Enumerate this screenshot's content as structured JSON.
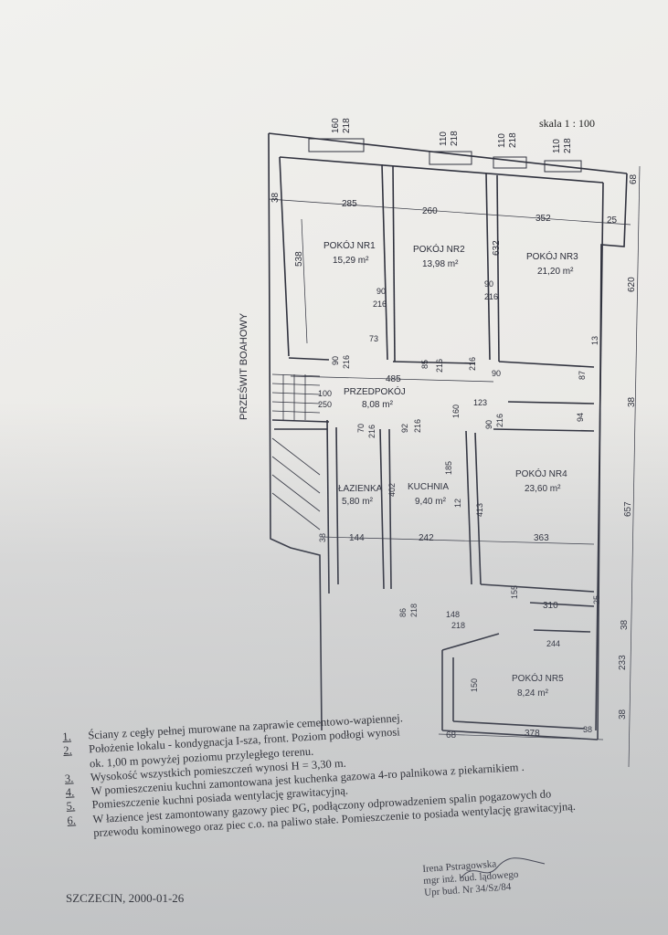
{
  "scale": "skala  1 : 100",
  "plan": {
    "side_label": "PRZEŚWIT BOAHOWY",
    "rooms": [
      {
        "name": "POKÓJ NR1",
        "area": "15,29 m²"
      },
      {
        "name": "POKÓJ NR2",
        "area": "13,98 m²"
      },
      {
        "name": "POKÓJ NR3",
        "area": "21,20 m²"
      },
      {
        "name": "PRZEDPOKÓJ",
        "area": "8,08 m²"
      },
      {
        "name": "ŁAZIENKA",
        "area": "5,80 m²"
      },
      {
        "name": "KUCHNIA",
        "area": "9,40 m²"
      },
      {
        "name": "POKÓJ NR4",
        "area": "23,60 m²"
      },
      {
        "name": "POKÓJ NR5",
        "area": "8,24 m²"
      }
    ],
    "dims": {
      "top_w1": "160",
      "top_h1": "218",
      "top_w2": "110",
      "top_h2": "218",
      "top_w3": "110",
      "top_h3": "218",
      "top_w4": "110",
      "top_h4": "218",
      "r1_width": "285",
      "r2_width": "260",
      "r3_width": "352",
      "r1_height": "538",
      "r3_height": "632",
      "wall_38_left": "38",
      "wall_25_right": "25",
      "right_68": "68",
      "right_620": "620",
      "right_38a": "38",
      "right_657": "657",
      "right_38b": "38",
      "right_233": "233",
      "right_38c": "38",
      "door_90a": "90",
      "door_216a": "216",
      "door_90b": "90",
      "door_216b": "216",
      "d73": "73",
      "d90c": "90",
      "d216c": "216",
      "hall_485": "485",
      "d85": "85",
      "d216d": "216",
      "d90d": "90",
      "d216e": "216",
      "d123": "123",
      "d100": "100",
      "d250": "250",
      "d13": "13",
      "d87": "87",
      "d94": "94",
      "d160": "160",
      "d70": "70",
      "d216f": "216",
      "d92": "92",
      "d216g": "216",
      "d90e": "90",
      "d216h": "216",
      "d185": "185",
      "d413": "413",
      "d402": "402",
      "d12": "12",
      "bath_w": "144",
      "kitchen_w": "242",
      "r4_w": "363",
      "left_38": "38",
      "d86": "86",
      "d218": "218",
      "d148": "148",
      "d218b": "218",
      "d155": "155",
      "d310": "310",
      "d25b": "25",
      "d244": "244",
      "d150": "150",
      "bottom_68": "68",
      "bottom_378": "378",
      "bottom_38": "38"
    }
  },
  "notes": [
    {
      "num": "1.",
      "text": "Ściany z cegły pełnej murowane na zaprawie cementowo-wapiennej."
    },
    {
      "num": "2.",
      "text": "Położenie lokalu - kondygnacja I-sza, front. Poziom podłogi wynosi"
    },
    {
      "num": "",
      "text": "ok. 1,00 m powyżej poziomu przyległego terenu."
    },
    {
      "num": "3.",
      "text": "Wysokość wszystkich pomieszczeń  wynosi H = 3,30 m."
    },
    {
      "num": "4.",
      "text": "W pomieszczeniu kuchni  zamontowana jest kuchenka gazowa 4-ro palnikowa z piekarnikiem ."
    },
    {
      "num": "5.",
      "text": "Pomieszczenie kuchni  posiada wentylację grawitacyjną."
    },
    {
      "num": "6.",
      "text": "W łazience jest zamontowany gazowy piec PG, podłączony odprowadzeniem spalin pogazowych do"
    },
    {
      "num": "",
      "text": "przewodu kominowego oraz piec c.o. na paliwo stałe. Pomieszczenie to posiada wentylację grawitacyjną."
    }
  ],
  "place_date": "SZCZECIN, 2000-01-26",
  "author": {
    "name": "Irena Pstragowska",
    "title": "mgr inż. bud. lądowego",
    "license": "Upr bud. Nr 34/Sz/84"
  }
}
